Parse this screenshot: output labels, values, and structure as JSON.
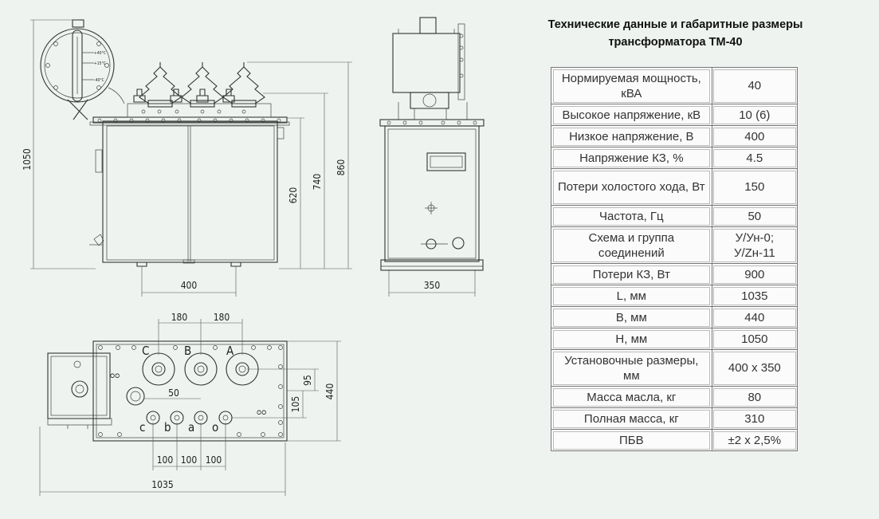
{
  "title_line1": "Технические данные и габаритные размеры",
  "title_line2": "трансформатора ТМ-40",
  "specs": [
    {
      "param": "Нормируемая мощность, кВА",
      "value": "40"
    },
    {
      "param": "Высокое напряжение, кВ",
      "value": "10 (6)"
    },
    {
      "param": "Низкое напряжение, В",
      "value": "400"
    },
    {
      "param": "Напряжение КЗ, %",
      "value": "4.5"
    },
    {
      "param": "Потери холостого хода, Вт",
      "value": "150"
    },
    {
      "param": "Частота, Гц",
      "value": "50"
    },
    {
      "param": "Схема и группа соединений",
      "value": "У/Ун-0; У/Zн-11"
    },
    {
      "param": "Потери КЗ, Вт",
      "value": "900"
    },
    {
      "param": "L, мм",
      "value": "1035"
    },
    {
      "param": "B, мм",
      "value": "440"
    },
    {
      "param": "H, мм",
      "value": "1050"
    },
    {
      "param": "Установочные размеры, мм",
      "value": "400 х 350"
    },
    {
      "param": "Масса масла, кг",
      "value": "80"
    },
    {
      "param": "Полная масса, кг",
      "value": "310"
    },
    {
      "param": "ПБВ",
      "value": "±2 х 2,5%"
    }
  ],
  "drawing": {
    "dims": {
      "height_total": "1050",
      "height_860": "860",
      "height_740": "740",
      "height_620": "620",
      "width_400": "400",
      "width_350": "350",
      "pitch_180_a": "180",
      "pitch_180_b": "180",
      "d_95": "95",
      "d_105": "105",
      "d_440": "440",
      "d_50": "50",
      "pitch_100_a": "100",
      "pitch_100_b": "100",
      "pitch_100_c": "100",
      "length_1035": "1035"
    },
    "gauge_marks": [
      "+40°С",
      "+15°С",
      "-40°С"
    ],
    "hv_labels": [
      "C",
      "B",
      "A"
    ],
    "lv_labels": [
      "c",
      "b",
      "a",
      "o"
    ]
  }
}
